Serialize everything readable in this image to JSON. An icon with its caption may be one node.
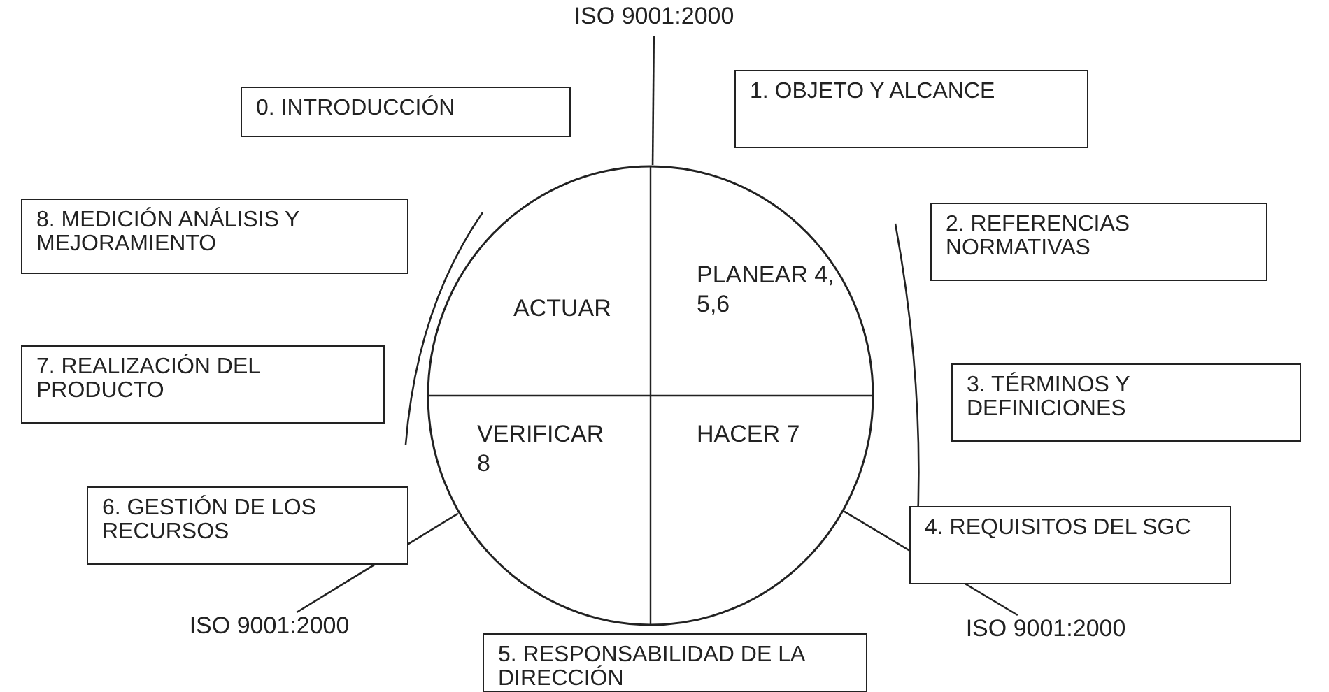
{
  "diagram": {
    "nodes": [
      {
        "text": [
          "ISO 9001:2000"
        ]
      },
      {
        "text": [
          "0. INTRODUCCIÓN"
        ]
      },
      {
        "text": [
          "1. OBJETO Y ALCANCE"
        ]
      },
      {
        "text": [
          "8. MEDICIÓN ANÁLISIS Y MEJORAMIENTO"
        ]
      },
      {
        "text": [
          "2. REFERENCIAS NORMATIVAS"
        ]
      },
      {
        "text": [],
        "shape": "circle"
      },
      {
        "text": [
          "ACTUAR"
        ],
        "in": 5
      },
      {
        "text": [
          "PLANEAR 4, 5,6"
        ],
        "in": 5
      },
      {
        "text": [
          "7. REALIZACIÓN DEL PRODUCTO"
        ]
      },
      {
        "text": [
          "3. TÉRMINOS Y DEFINICIONES"
        ]
      },
      {
        "text": [
          "VERIFICAR 8"
        ],
        "in": 5
      },
      {
        "text": [
          "HACER 7"
        ],
        "in": 5
      },
      {
        "text": [
          "6. GESTIÓN DE LOS RECURSOS"
        ]
      },
      {
        "text": [
          "4. REQUISITOS DEL SGC"
        ]
      },
      {
        "text": [
          "ISO 9001:2000"
        ]
      },
      {
        "text": [
          "5. RESPONSABILIDAD DE LA DIRECCIÓN"
        ]
      },
      {
        "text": [
          "ISO 9001:2000"
        ]
      }
    ],
    "edges": [
      {
        "from": 0,
        "to": 5,
        "arrow": "none"
      },
      {
        "from": 14,
        "to": 5,
        "arrow": "none"
      },
      {
        "from": 16,
        "to": 5,
        "arrow": "none"
      }
    ]
  }
}
